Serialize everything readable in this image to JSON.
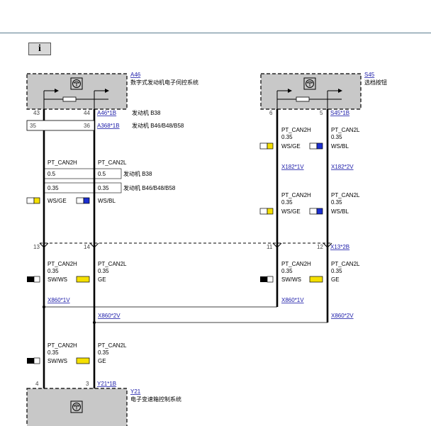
{
  "info_button": "i",
  "modules": {
    "a46": {
      "id": "A46",
      "desc": "数字式发动机电子伺控系统"
    },
    "s45": {
      "id": "S45",
      "desc": "选档按钮"
    },
    "y21": {
      "id": "Y21",
      "desc": "电子变速箱控制系统"
    }
  },
  "connectors": {
    "a46_1b": "A46*1B",
    "a368_1b": "A368*1B",
    "s45_1b": "S45*1B",
    "x182_1v": "X182*1V",
    "x182_2v": "X182*2V",
    "x13_2b": "X13*2B",
    "x860_1v_left": "X860*1V",
    "x860_2v_left": "X860*2V",
    "x860_1v_right": "X860*1V",
    "x860_2v_right": "X860*2V",
    "y21_1b": "Y21*1B"
  },
  "pins": {
    "p43": "43",
    "p44": "44",
    "p35": "35",
    "p36": "36",
    "p6": "6",
    "p5": "5",
    "p13": "13",
    "p14": "14",
    "p11": "11",
    "p12": "12",
    "p4": "4",
    "p3": "3"
  },
  "engine_labels": {
    "b38": "发动机 B38",
    "b46": "发动机 B46/B48/B58"
  },
  "wires": {
    "h": "PT_CAN2H",
    "l": "PT_CAN2L",
    "size_035": "0.35",
    "size_05": "0.5",
    "wsge": "WS/GE",
    "wsbl": "WS/BL",
    "swws": "SW/WS",
    "ge": "GE"
  },
  "colors": {
    "module_fill": "#c8c8c8",
    "wire": "#000000",
    "link": "#1a1aa8",
    "swatch_white": "#ffffff",
    "swatch_yellow": "#f5e000",
    "swatch_blue": "#1c2fd0",
    "swatch_black": "#000000",
    "header_line": "#5a7d8f"
  }
}
